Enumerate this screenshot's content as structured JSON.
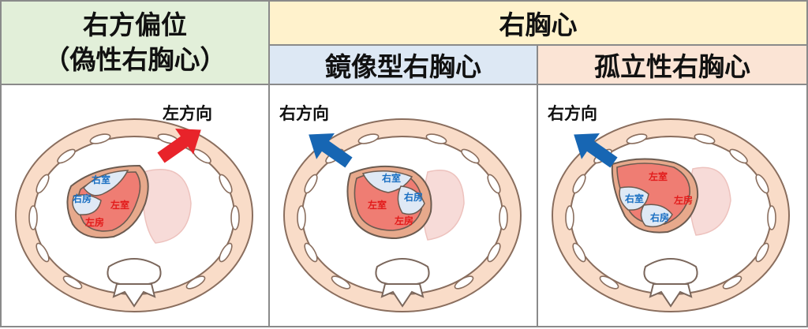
{
  "headers": {
    "dextroversion_line1": "右方偏位",
    "dextroversion_line2": "（偽性右胸心）",
    "dextrocardia": "右胸心",
    "mirror_image": "鏡像型右胸心",
    "isolated": "孤立性右胸心"
  },
  "panels": [
    {
      "direction_label": "左方向",
      "arrow_color": "#e8232a",
      "chambers": {
        "rv": "右室",
        "ra": "右房",
        "lv": "左室",
        "la": "左房"
      }
    },
    {
      "direction_label": "右方向",
      "arrow_color": "#1766b3",
      "chambers": {
        "rv": "右室",
        "ra": "右房",
        "lv": "左室",
        "la": "左房"
      }
    },
    {
      "direction_label": "右方向",
      "arrow_color": "#1766b3",
      "chambers": {
        "lv": "左室",
        "rv": "右室",
        "ra": "右房",
        "la": "左房"
      }
    }
  ],
  "colors": {
    "header_green": "#e2efd9",
    "header_yellow": "#fff2cc",
    "header_blue": "#dde8f4",
    "header_peach": "#fbe4d5",
    "chest": "#f9dcc8",
    "border": "#8a8a8a",
    "right_chamber": "#dfe9f5",
    "left_chamber": "#ef7d73",
    "blue_text": "#1a6fc2",
    "red_text": "#e21b1b"
  }
}
